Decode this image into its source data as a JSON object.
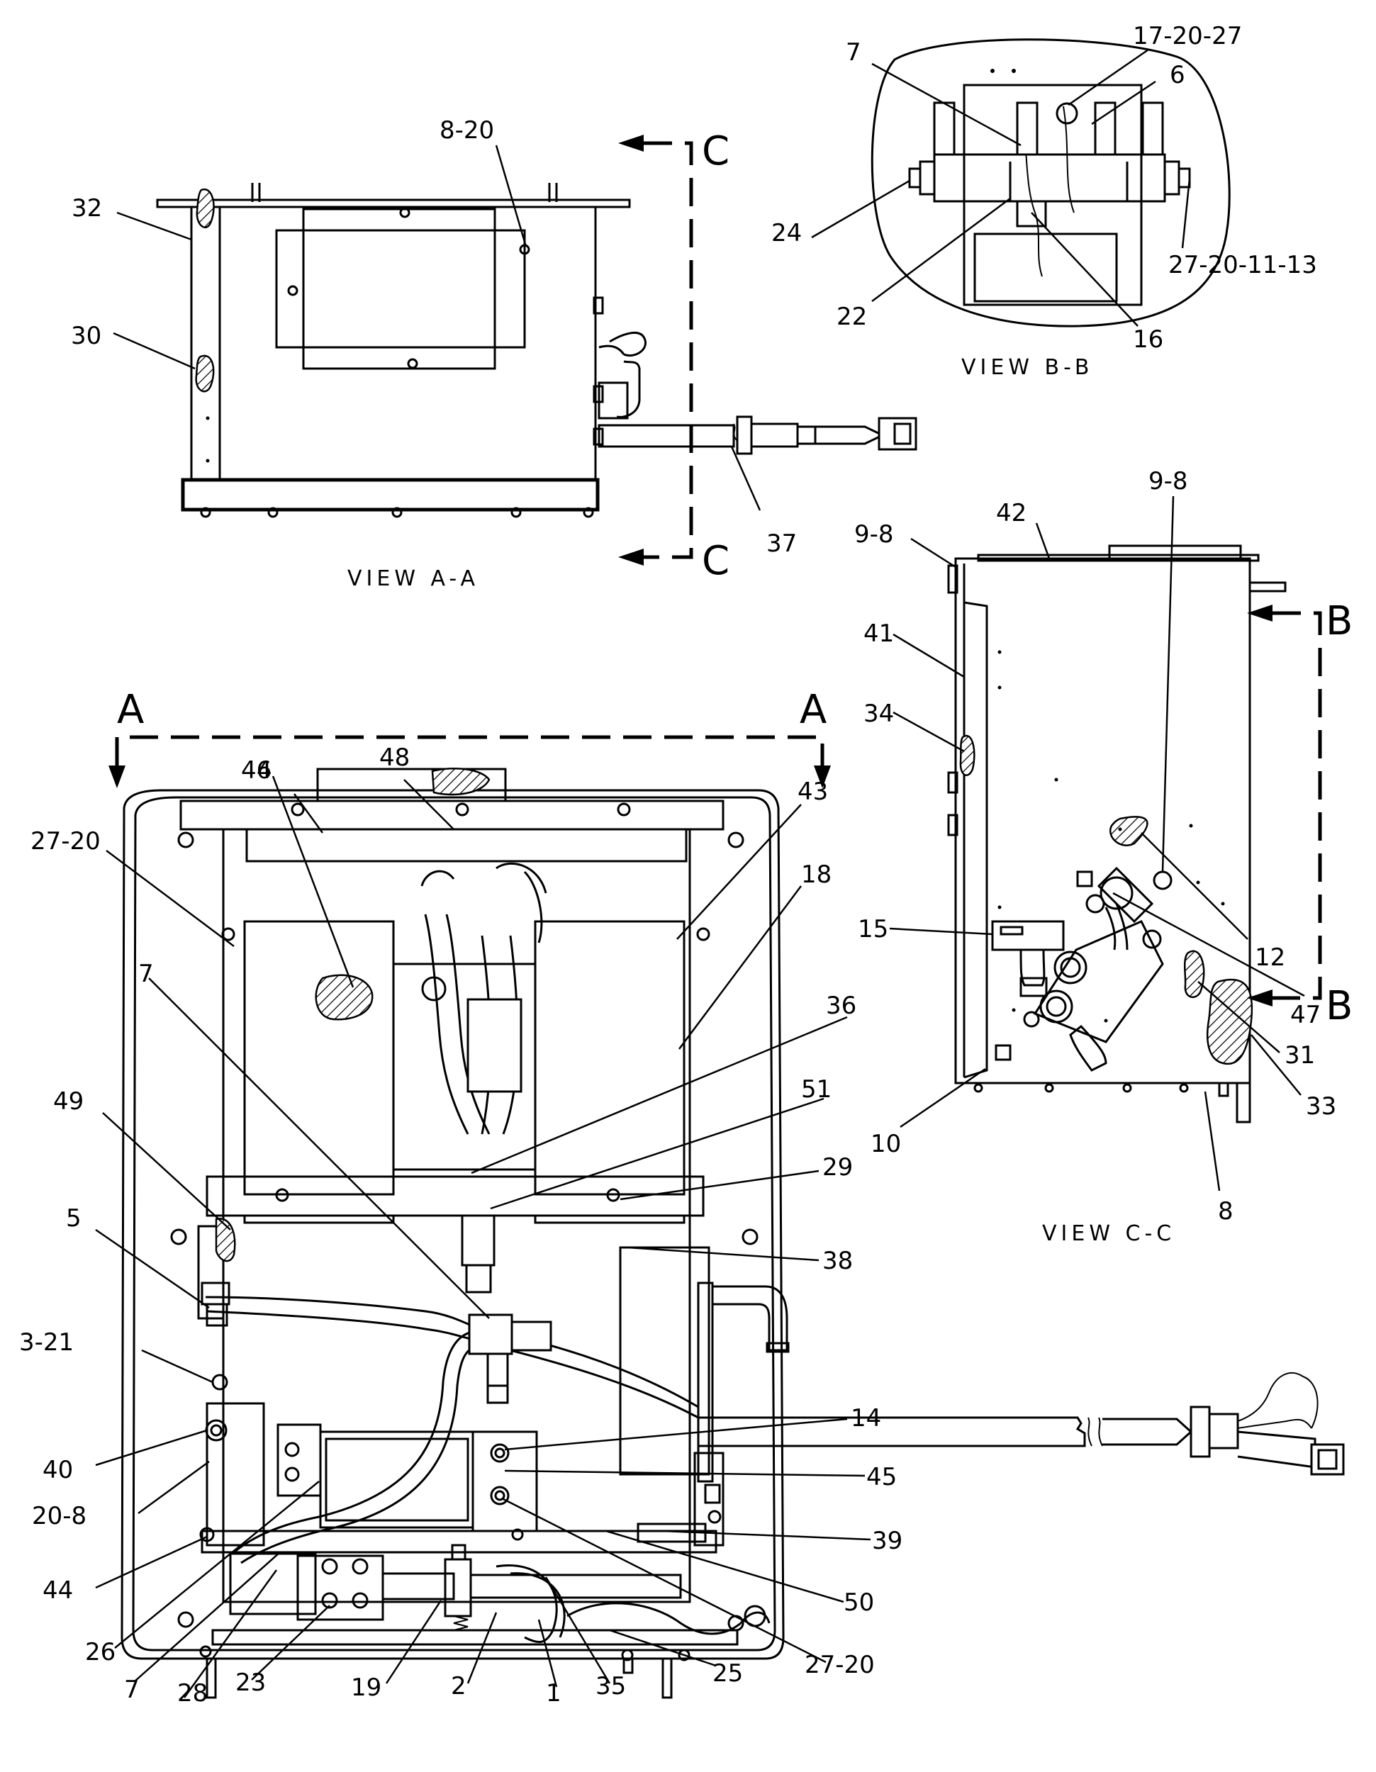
{
  "views": {
    "a": {
      "title": "VIEW A-A"
    },
    "b": {
      "title": "VIEW B-B"
    },
    "c": {
      "title": "VIEW C-C"
    }
  },
  "section_letters": {
    "a_left": "A",
    "a_right": "A",
    "b_top": "B",
    "b_bottom": "B",
    "c_top": "C",
    "c_bottom": "C"
  },
  "callouts": {
    "va_32": "32",
    "va_30": "30",
    "va_8_20": "8-20",
    "va_37": "37",
    "vb_7": "7",
    "vb_17_20_27": "17-20-27",
    "vb_6": "6",
    "vb_24": "24",
    "vb_27_20_11_13": "27-20-11-13",
    "vb_22": "22",
    "vb_16": "16",
    "vc_9_8_a": "9-8",
    "vc_42": "42",
    "vc_9_8_b": "9-8",
    "vc_41": "41",
    "vc_34": "34",
    "vc_15": "15",
    "vc_12": "12",
    "vc_47": "47",
    "vc_31": "31",
    "vc_33": "33",
    "vc_10": "10",
    "vc_8": "8",
    "m_46": "46",
    "m_48": "48",
    "m_43": "43",
    "m_4": "4",
    "m_27_20_top": "27-20",
    "m_18": "18",
    "m_7_top": "7",
    "m_36": "36",
    "m_51": "51",
    "m_49": "49",
    "m_29": "29",
    "m_5": "5",
    "m_38": "38",
    "m_3_21": "3-21",
    "m_14": "14",
    "m_40": "40",
    "m_45": "45",
    "m_20_8": "20-8",
    "m_39": "39",
    "m_44": "44",
    "m_50": "50",
    "m_26": "26",
    "m_27_20_bot": "27-20",
    "m_7_bot": "7",
    "m_28": "28",
    "m_23": "23",
    "m_19": "19",
    "m_2": "2",
    "m_1": "1",
    "m_35": "35",
    "m_25": "25"
  }
}
